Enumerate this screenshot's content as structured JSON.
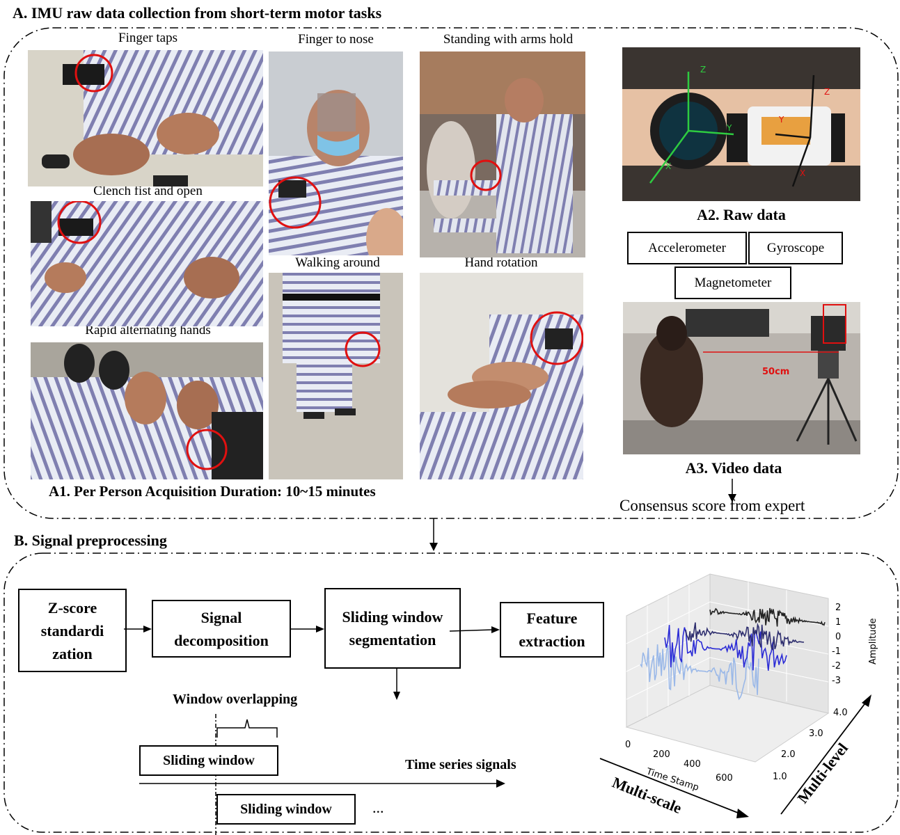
{
  "section_a": {
    "title": "A. IMU raw data collection from short-term motor tasks",
    "photos": {
      "finger_taps": "Finger taps",
      "finger_to_nose": "Finger to nose",
      "standing": "Standing with arms hold",
      "clench": "Clench fist and open",
      "walking": "Walking around",
      "hand_rotation": "Hand rotation",
      "rapid": "Rapid alternating hands"
    },
    "a1_label": "A1. Per Person Acquisition Duration: 10~15 minutes",
    "a2": {
      "title": "A2. Raw data",
      "sensors": [
        "Accelerometer",
        "Gyroscope",
        "Magnetometer"
      ],
      "axis_labels": [
        "Z",
        "Y",
        "X",
        "Z",
        "Y",
        "X"
      ]
    },
    "a3": {
      "title": "A3. Video data",
      "distance_label": "50cm",
      "consensus": "Consensus score from expert"
    }
  },
  "section_b": {
    "title": "B. Signal preprocessing",
    "steps": [
      "Z-score standardi zation",
      "Signal decomposition",
      "Sliding window segmentation",
      "Feature extraction"
    ],
    "window_overlapping": "Window overlapping",
    "sliding_window": "Sliding window",
    "time_series": "Time series signals",
    "ellipsis": "...",
    "plot": {
      "zlabel": "Amplitude",
      "xlabel": "Time Stamp",
      "x_ticks": [
        "0",
        "200",
        "400",
        "600"
      ],
      "y_ticks": [
        "1.0",
        "2.0",
        "3.0",
        "4.0"
      ],
      "z_ticks": [
        "2",
        "1",
        "0",
        "-1",
        "-2",
        "-3"
      ],
      "multi_scale": "Multi-scale",
      "multi_level": "Multi-level"
    }
  },
  "chart_data": {
    "type": "line",
    "title": "",
    "xlabel": "Time Stamp",
    "ylabel": "",
    "zlabel": "Amplitude",
    "x_range": [
      0,
      700
    ],
    "z_range": [
      -3,
      2
    ],
    "y_levels": [
      1.0,
      2.0,
      3.0,
      4.0
    ],
    "series": [
      {
        "level": 1.0,
        "color": "#9ab8e8"
      },
      {
        "level": 2.0,
        "color": "#2b2bd6"
      },
      {
        "level": 3.0,
        "color": "#2e2e6e"
      },
      {
        "level": 4.0,
        "color": "#222222"
      }
    ]
  },
  "colors": {
    "highlight": "#e01010",
    "stripe": "#7f7fb0"
  }
}
